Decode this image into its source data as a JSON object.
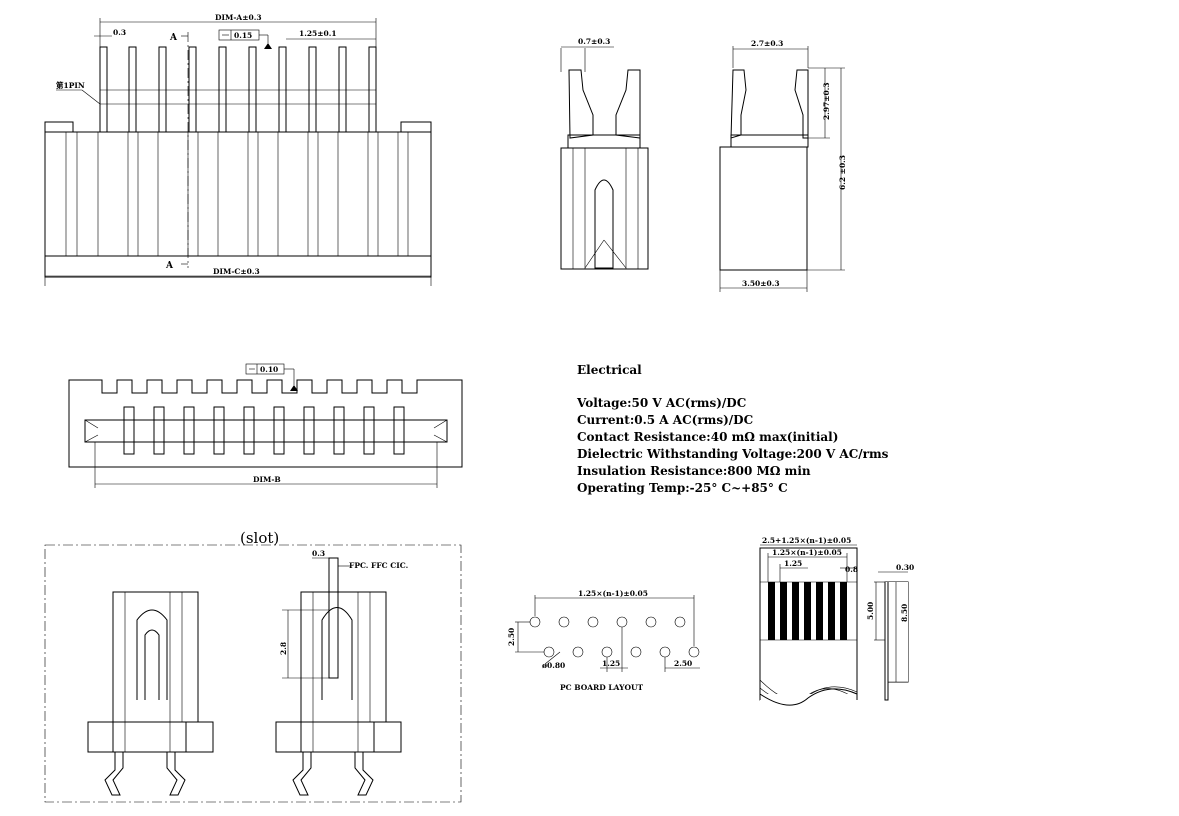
{
  "front_view": {
    "dim_a": "DIM-A±0.3",
    "dim_c": "DIM-C±0.3",
    "pin_width": "0.3",
    "flatness": "0.15",
    "pitch": "1.25±0.1",
    "section_mark": "A",
    "pin1_label": "第1PIN"
  },
  "side_view_1": {
    "width": "0.7±0.3"
  },
  "side_view_2": {
    "top_width": "2.7±0.3",
    "bottom_width": "3.50±0.3",
    "pin_height": "2.97±0.3",
    "total_height": "6.2 ±0.3"
  },
  "top_view": {
    "flatness": "0.10",
    "dim_b": "DIM-B"
  },
  "electrical": {
    "title": "Electrical",
    "lines": [
      "Voltage:50 V AC(rms)/DC",
      "Current:0.5 A AC(rms)/DC",
      "Contact Resistance:40 mΩ max(initial)",
      "Dielectric Withstanding Voltage:200 V AC/rms",
      "Insulation Resistance:800 MΩ min",
      "Operating Temp:-25° C~+85° C"
    ]
  },
  "slot_view": {
    "title": "(slot)",
    "fpc_thickness": "0.3",
    "fpc_label": "FPC. FFC CIC.",
    "insert_depth": "2.8"
  },
  "pcb_layout": {
    "pitch_span": "1.25×(n-1)±0.05",
    "row_offset": "2.50",
    "hole_dia": "ø0.80",
    "pitch": "1.25",
    "pitch2": "2.50",
    "title": "PC BOARD LAYOUT"
  },
  "fpc_spec": {
    "total_width": "2.5+1.25×(n-1)±0.05",
    "conductor_span": "1.25×(n-1)±0.05",
    "pitch": "1.25",
    "conductor_width": "0.8",
    "thickness": "0.30",
    "contact_length": "5.00",
    "stiffener_length": "8.50"
  }
}
